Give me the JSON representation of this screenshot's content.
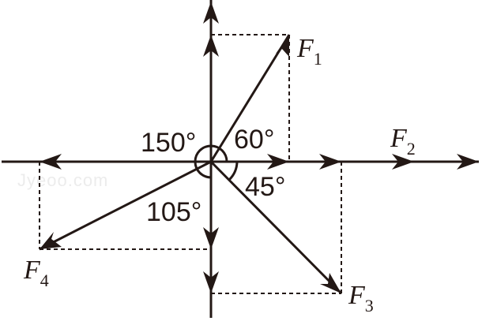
{
  "forces": {
    "f1": {
      "name": "F",
      "sub": "1"
    },
    "f2": {
      "name": "F",
      "sub": "2"
    },
    "f3": {
      "name": "F",
      "sub": "3"
    },
    "f4": {
      "name": "F",
      "sub": "4"
    }
  },
  "angles": {
    "a60": "60°",
    "a150": "150°",
    "a45": "45°",
    "a105": "105°"
  },
  "watermark": "Jyeoo.com",
  "colors": {
    "ink": "#231815",
    "background": "#ffffff"
  }
}
